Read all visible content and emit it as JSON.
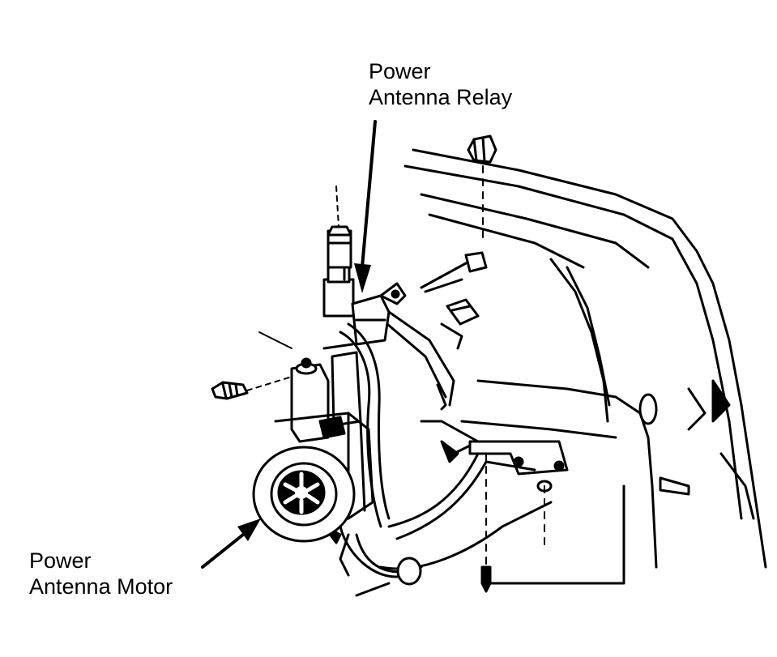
{
  "labels": {
    "relay": {
      "line1": "Power",
      "line2": "Antenna Relay"
    },
    "motor": {
      "line1": "Power",
      "line2": "Antenna Motor"
    }
  },
  "colors": {
    "ink": "#000000",
    "paper": "#ffffff"
  }
}
